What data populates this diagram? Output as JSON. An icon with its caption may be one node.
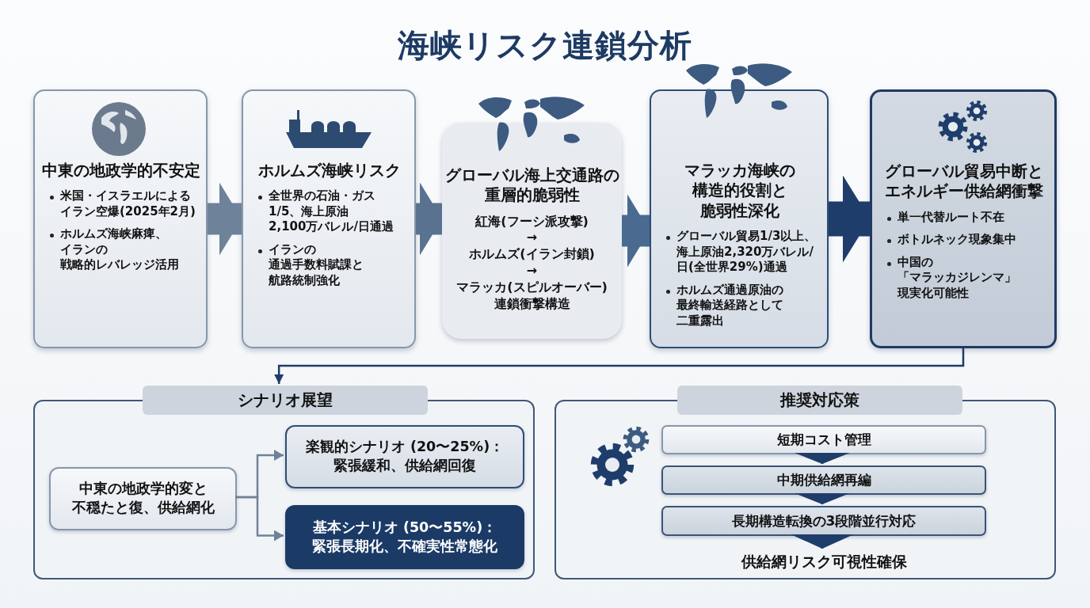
{
  "diagram": {
    "title": "海峡リスク連鎖分析",
    "nodes": [
      {
        "text": [
          "中東の地政学的不安定",
          "米国・イスラエルによるイラン空爆(2025年2月)",
          "ホルムズ海峡麻痺、イランの戦略的レバレッジ活用"
        ]
      },
      {
        "text": [
          "ホルムズ海峡リスク",
          "全世界の石油・ガス1/5、海上原油2,100万バレル/日通過",
          "イランの通過手数料賦課と航路統制強化"
        ]
      },
      {
        "text": [
          "グローバル海上交通路の重層的脆弱性",
          "紅海(フーシ派攻撃)",
          "→",
          "ホルムズ(イラン封鎖)",
          "→",
          "マラッカ(スピルオーバー)連鎖衝撃構造"
        ]
      },
      {
        "text": [
          "マラッカ海峡の構造的役割と脆弱性深化",
          "グローバル貿易1/3以上、海上原油2,320万バレル/日(全世界29%)通過",
          "ホルムズ通過原油の最終輸送経路として二重露出"
        ]
      },
      {
        "text": [
          "グローバル貿易中断とエネルギー供給網衝撃",
          "単一代替ルート不在",
          "ボトルネック現象集中",
          "中国の「マラッカジレンマ」現実化可能性"
        ]
      },
      {
        "text": [
          "シナリオ展望"
        ]
      },
      {
        "text": [
          "中東の地政学的変と不穏たと復、供給網化"
        ],
        "in": 5
      },
      {
        "text": [
          "楽観的シナリオ (20〜25%)：緊張緩和、供給網回復"
        ],
        "in": 5
      },
      {
        "text": [
          "基本シナリオ (50〜55%)：緊張長期化、不確実性常態化"
        ],
        "in": 5
      },
      {
        "text": [
          "推奨対応策"
        ]
      },
      {
        "text": [
          "短期コスト管理"
        ],
        "in": 9
      },
      {
        "text": [
          "中期供給網再編"
        ],
        "in": 9
      },
      {
        "text": [
          "長期構造転換の3段階並行対応"
        ],
        "in": 9
      },
      {
        "text": [
          "供給網リスク可視性確保"
        ],
        "in": 9
      }
    ],
    "edges": [
      {
        "from": 0,
        "to": 1,
        "arrow": "to",
        "style": "thick",
        "color": "#6e8299"
      },
      {
        "from": 1,
        "to": 2,
        "arrow": "to",
        "style": "thick",
        "color": "#587290"
      },
      {
        "from": 2,
        "to": 3,
        "arrow": "to",
        "style": "thick",
        "color": "#4a6a90"
      },
      {
        "from": 3,
        "to": 4,
        "arrow": "to",
        "style": "thick"
      },
      {
        "from": 4,
        "to": 5,
        "arrow": "to"
      },
      {
        "from": 6,
        "to": 7,
        "arrow": "to",
        "color": "#6f8196"
      },
      {
        "from": 6,
        "to": 8,
        "arrow": "to",
        "color": "#6f8196"
      },
      {
        "from": 10,
        "to": 11,
        "arrow": "to"
      },
      {
        "from": 11,
        "to": 12,
        "arrow": "to"
      },
      {
        "from": 12,
        "to": 13,
        "arrow": "to"
      }
    ]
  }
}
